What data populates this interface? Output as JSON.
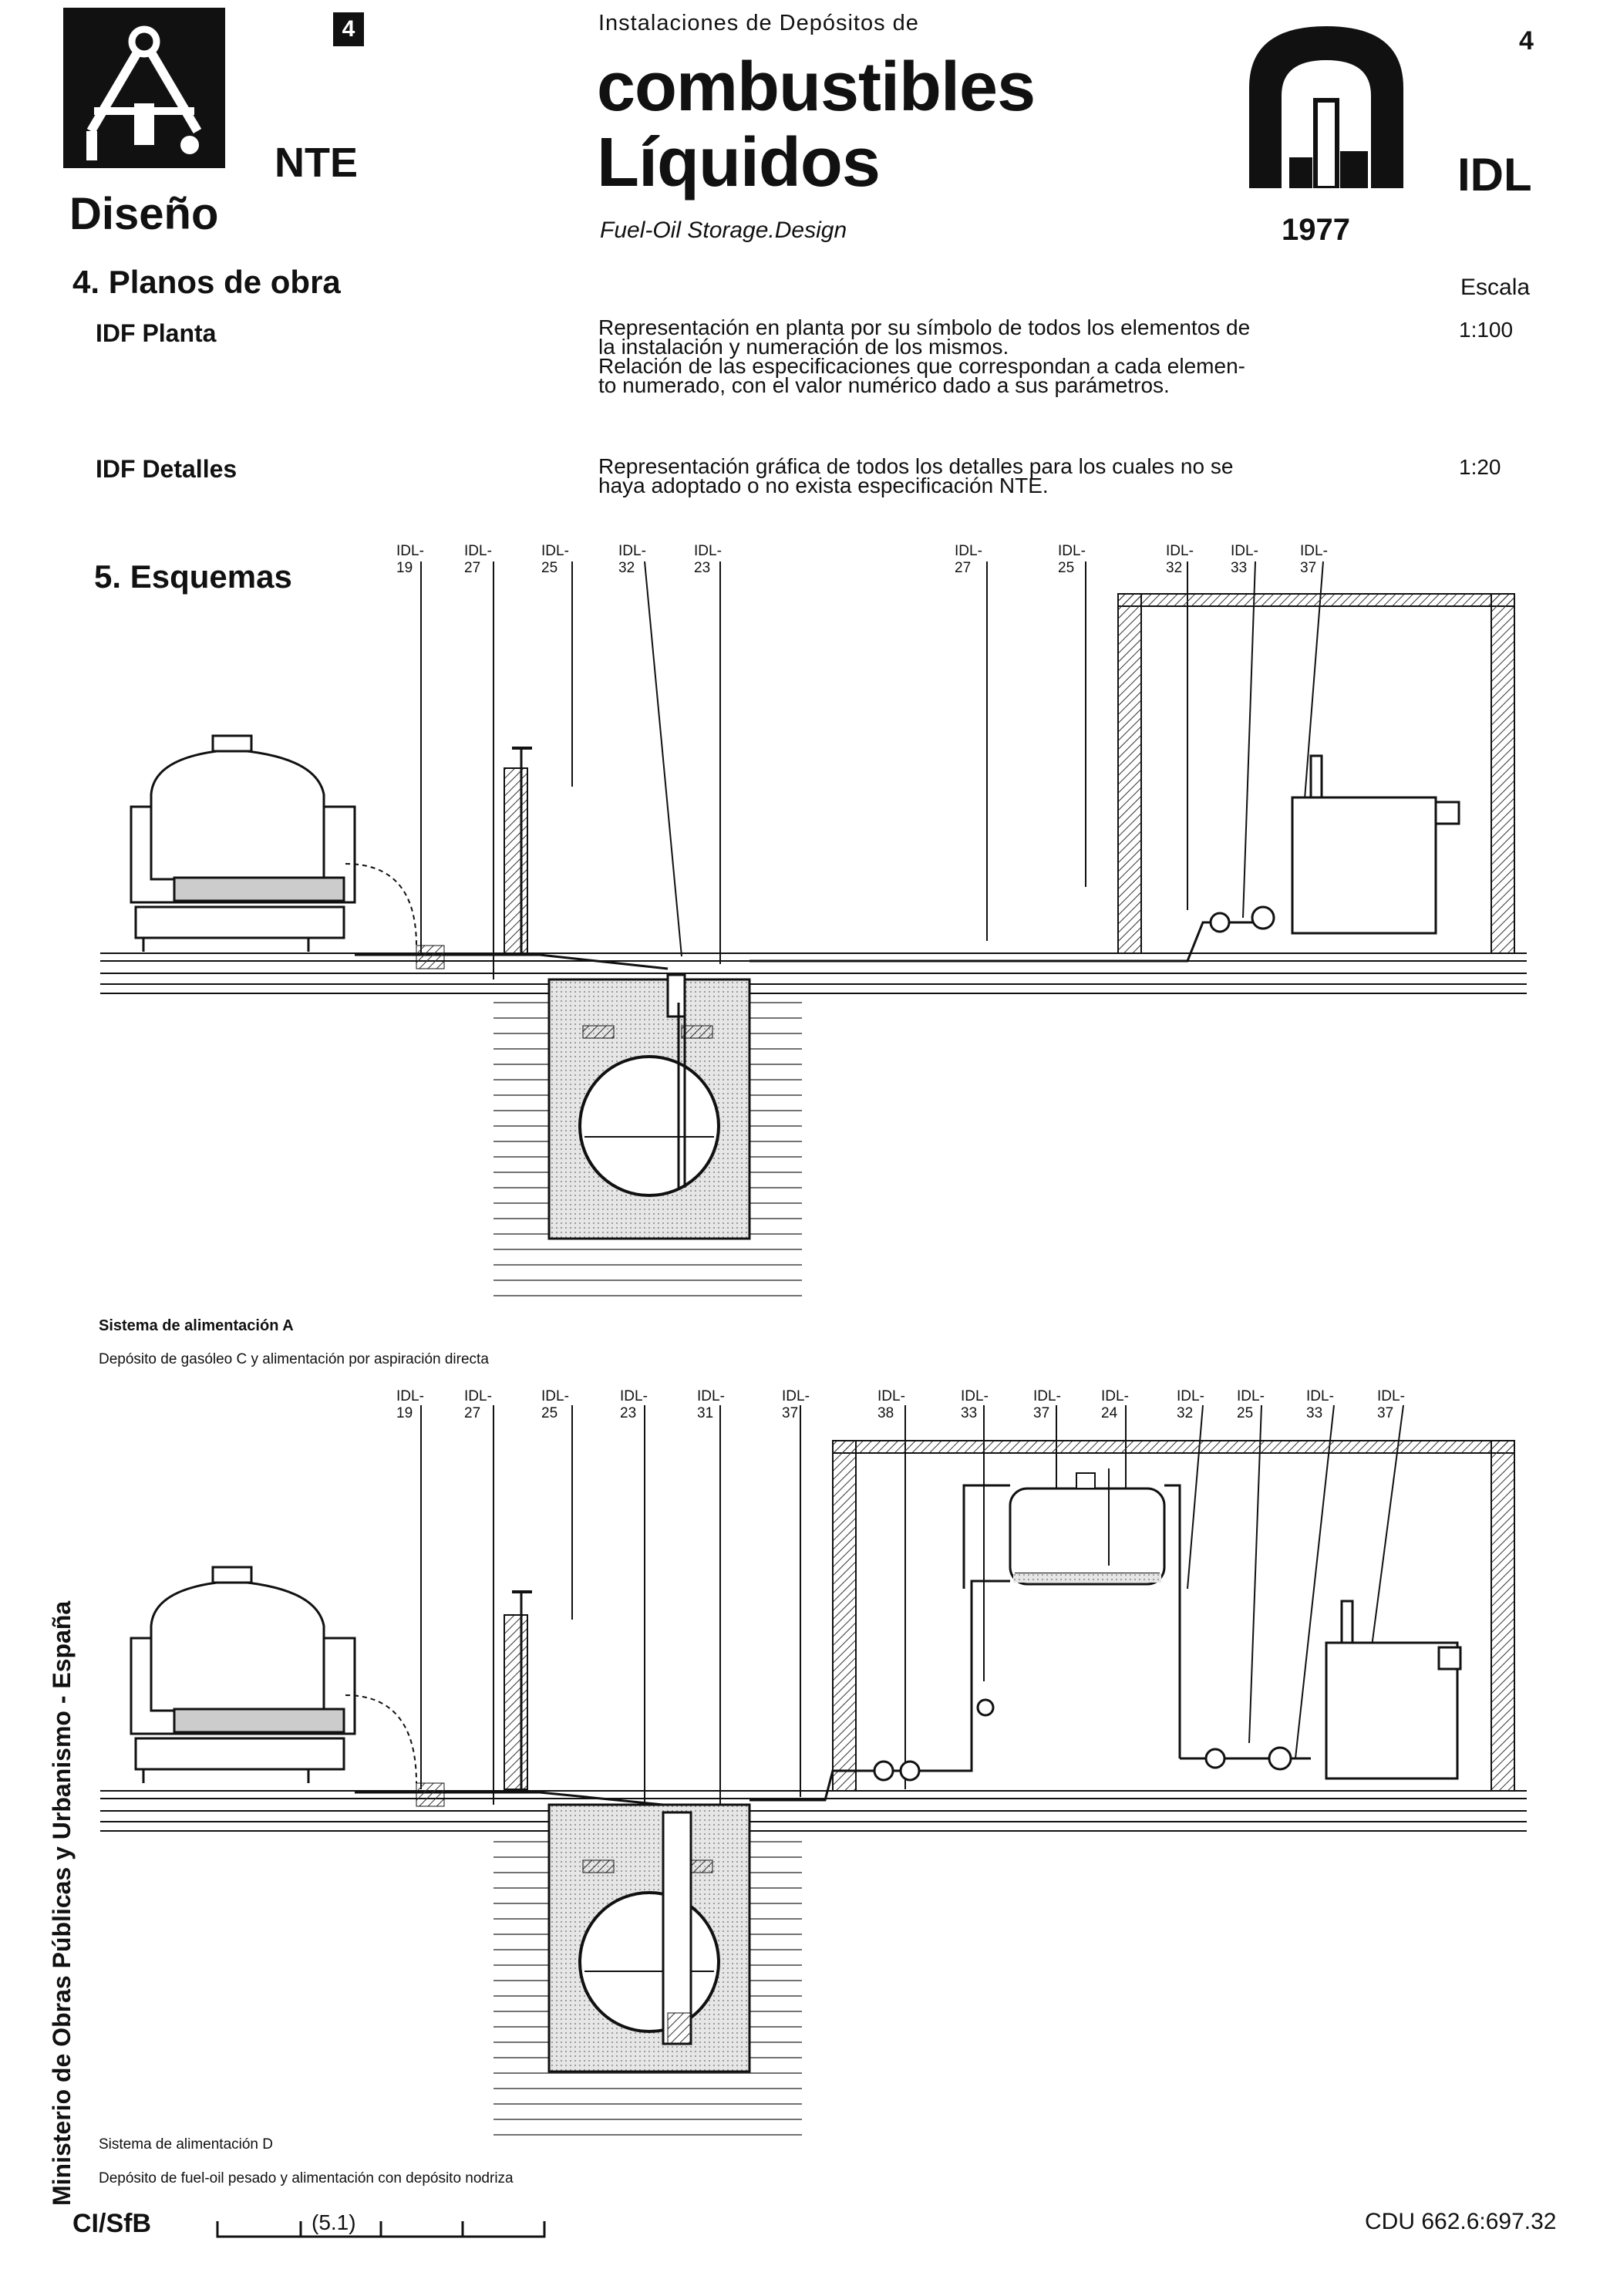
{
  "header": {
    "badge_number": "4",
    "nte": "NTE",
    "section": "Diseño",
    "pre_title": "Instalaciones de Depósitos de",
    "title_line1": "combustibles",
    "title_line2": "Líquidos",
    "subtitle": "Fuel-Oil Storage.Design",
    "year": "1977",
    "page_number": "4",
    "code": "IDL"
  },
  "planos": {
    "heading": "4. Planos de obra",
    "scale_header": "Escala",
    "rows": [
      {
        "label": "IDF Planta",
        "lines": [
          "Representación en planta por su símbolo de todos los elementos de",
          "la instalación y numeración de los mismos.",
          "Relación de las especificaciones que correspondan a cada elemen-",
          "to numerado, con el valor numérico dado a sus parámetros."
        ],
        "scale": "1:100"
      },
      {
        "label": "IDF Detalles",
        "lines": [
          "Representación gráfica de todos los detalles para los cuales no se",
          "haya adoptado o no exista especificación NTE."
        ],
        "scale": "1:20"
      }
    ]
  },
  "esquemas": {
    "heading": "5. Esquemas",
    "diagram_a": {
      "labels": [
        "IDL-19",
        "IDL-27",
        "IDL-25",
        "IDL-32",
        "IDL-23",
        "IDL-27",
        "IDL-25",
        "IDL-32",
        "IDL-33",
        "IDL-37"
      ],
      "caption_title": "Sistema de alimentación A",
      "caption_desc": "Depósito de gasóleo C y alimentación por aspiración directa"
    },
    "diagram_b": {
      "labels": [
        "IDL-19",
        "IDL-27",
        "IDL-25",
        "IDL-23",
        "IDL-31",
        "IDL-37",
        "IDL-38",
        "IDL-33",
        "IDL-37",
        "IDL-24",
        "IDL-32",
        "IDL-25",
        "IDL-33",
        "IDL-37"
      ],
      "caption_title": "Sistema de alimentación D",
      "caption_desc": "Depósito de fuel-oil pesado y alimentación con depósito nodriza"
    }
  },
  "footer": {
    "sidebar": "Ministerio de Obras Públicas y Urbanismo - España",
    "cisfb": "CI/SfB",
    "cisfb_code": "(5.1)",
    "cdu": "CDU 662.6:697.32"
  }
}
